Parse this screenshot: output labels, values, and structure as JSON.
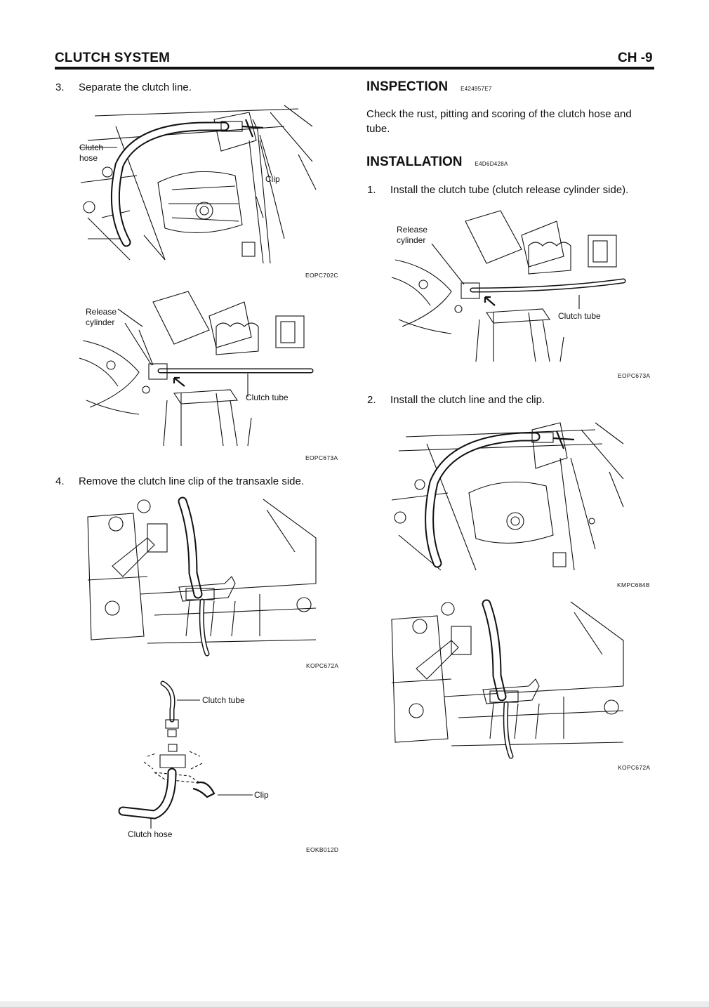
{
  "header": {
    "title": "CLUTCH SYSTEM",
    "page": "CH -9"
  },
  "left": {
    "step3": {
      "num": "3.",
      "text": "Separate the clutch line."
    },
    "fig1": {
      "code": "EOPC702C",
      "labels": {
        "clutch_hose": [
          "Clutch",
          "hose"
        ],
        "clip": "Clip"
      }
    },
    "fig2": {
      "code": "EOPC673A",
      "labels": {
        "release_cylinder": [
          "Release",
          "cylinder"
        ],
        "clutch_tube": "Clutch tube"
      }
    },
    "step4": {
      "num": "4.",
      "text": "Remove the clutch line clip of the transaxle side."
    },
    "fig3": {
      "code": "KOPC672A"
    },
    "fig4": {
      "code": "EOKB012D",
      "labels": {
        "clutch_tube": "Clutch tube",
        "clip": "Clip",
        "clutch_hose": "Clutch hose"
      }
    }
  },
  "right": {
    "inspection": {
      "title": "INSPECTION",
      "code": "E424957E7",
      "text": "Check the rust, pitting and scoring of the clutch hose and tube."
    },
    "installation": {
      "title": "INSTALLATION",
      "code": "E4D6D428A",
      "step1": {
        "num": "1.",
        "text": "Install the clutch tube (clutch release cylinder side)."
      },
      "fig5": {
        "code": "EOPC673A",
        "labels": {
          "release_cylinder": [
            "Release",
            "cylinder"
          ],
          "clutch_tube": "Clutch tube"
        }
      },
      "step2": {
        "num": "2.",
        "text": "Install the clutch line and the clip."
      },
      "fig6": {
        "code": "KMPC684B"
      },
      "fig7": {
        "code": "KOPC672A"
      }
    }
  }
}
